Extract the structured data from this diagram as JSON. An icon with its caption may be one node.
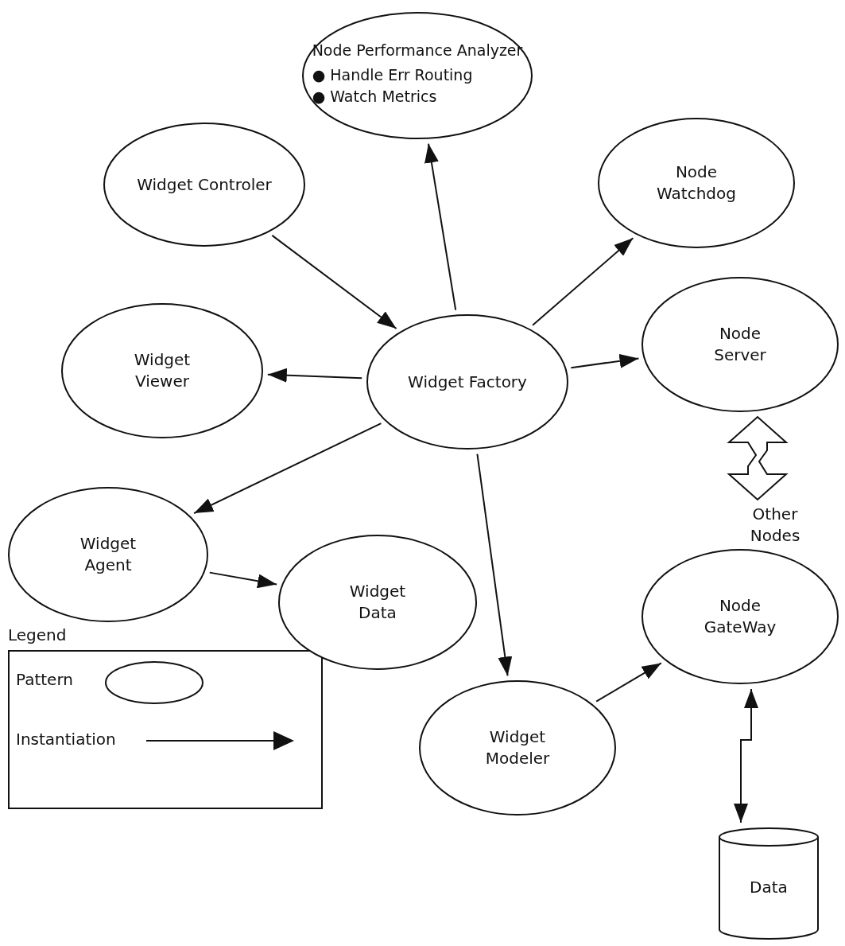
{
  "diagram": {
    "nodes": [
      {
        "text": [
          "Node Performance Analyzer",
          "● Handle Err Routing",
          "● Watch Metrics"
        ]
      },
      {
        "text": [
          "Widget Controler"
        ]
      },
      {
        "text": [
          "Node Watchdog"
        ]
      },
      {
        "text": [
          "Widget Viewer"
        ]
      },
      {
        "text": [
          "Widget Factory"
        ]
      },
      {
        "text": [
          "Node Server"
        ]
      },
      {
        "text": [
          "Widget Agent"
        ]
      },
      {
        "text": [
          "Widget Data"
        ]
      },
      {
        "text": [
          "Node GateWay"
        ]
      },
      {
        "text": [
          "Widget Modeler"
        ]
      },
      {
        "text": [
          "Data"
        ]
      },
      {
        "text": [
          "Other Nodes"
        ]
      }
    ],
    "edges": [
      {
        "from": 4,
        "to": 0,
        "arrow": "to"
      },
      {
        "from": 1,
        "to": 4,
        "arrow": "to"
      },
      {
        "from": 4,
        "to": 2,
        "arrow": "to"
      },
      {
        "from": 4,
        "to": 3,
        "arrow": "to"
      },
      {
        "from": 4,
        "to": 5,
        "arrow": "to"
      },
      {
        "from": 4,
        "to": 6,
        "arrow": "to"
      },
      {
        "from": 4,
        "to": 9,
        "arrow": "to"
      },
      {
        "from": 6,
        "to": 7,
        "arrow": "to"
      },
      {
        "from": 9,
        "to": 8,
        "arrow": "to"
      },
      {
        "from": 8,
        "to": 10,
        "arrow": "both"
      },
      {
        "from": 5,
        "to": 11,
        "arrow": "both",
        "style": "thick"
      }
    ],
    "labels": [
      "Legend"
    ],
    "legend": [
      {
        "text": "Pattern"
      },
      {
        "text": "Instantiation"
      }
    ]
  }
}
